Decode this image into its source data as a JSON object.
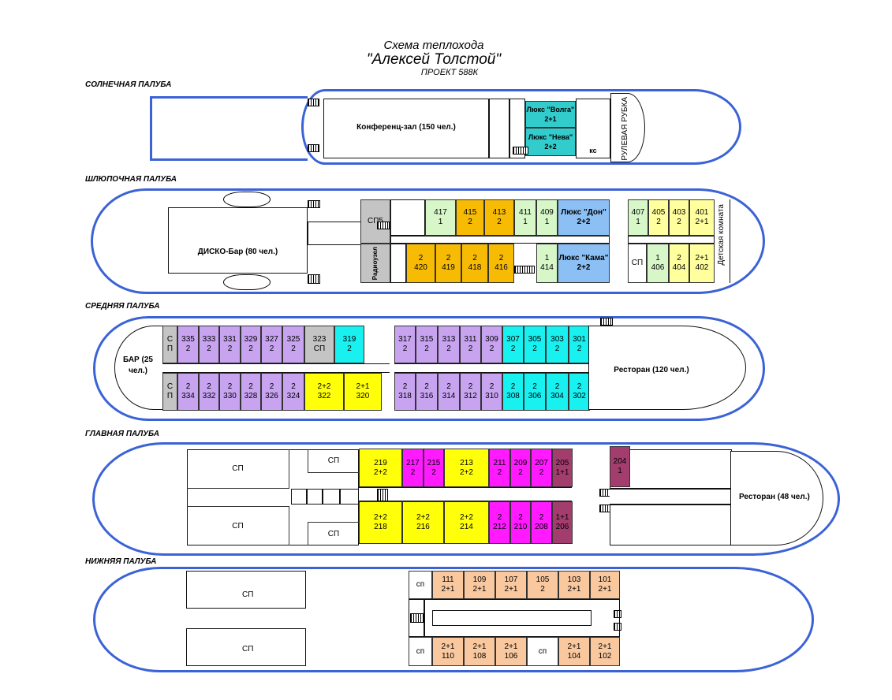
{
  "title": {
    "line1": "Схема теплохода",
    "line2": "\"Алексей Толстой\"",
    "line3": "ПРОЕКТ 588К"
  },
  "colors": {
    "hull": "#3b63d6",
    "purple": "#c7a3f0",
    "cyan": "#19f0f0",
    "yellow": "#ffff0a",
    "magenta": "#ff1aff",
    "maroon": "#a33d6e",
    "orange": "#f7bb04",
    "green": "#d7f7c9",
    "blue": "#8cc0f5",
    "teal": "#33cccc",
    "peach": "#f9c89f"
  },
  "sun": {
    "label": "СОЛНЕЧНАЯ ПАЛУБА",
    "conference": "Конференц-зал (150 чел.)",
    "volga": "Люкс \"Волга\"",
    "volga_cap": "2+1",
    "neva": "Люкс \"Нева\"",
    "neva_cap": "2+2",
    "ks": "кс",
    "wheelhouse": "РУЛЕВАЯ РУБКА"
  },
  "boat": {
    "label": "ШЛЮПОЧНАЯ ПАЛУБА",
    "disco": "ДИСКО-Бар (80 чел.)",
    "sp5": "СП5",
    "radio": "Радиоузел",
    "don": "Люкс \"Дон\"",
    "don_cap": "2+2",
    "kama": "Люкс \"Кама\"",
    "kama_cap": "2+2",
    "sp": "СП",
    "kids": "Детская комната",
    "top": [
      {
        "n": "417",
        "c": "1"
      },
      {
        "n": "415",
        "c": "2"
      },
      {
        "n": "413",
        "c": "2"
      },
      {
        "n": "411",
        "c": "1"
      },
      {
        "n": "409",
        "c": "1"
      },
      {
        "n": "407",
        "c": "1"
      },
      {
        "n": "405",
        "c": "2"
      },
      {
        "n": "403",
        "c": "2"
      },
      {
        "n": "401",
        "c": "2+1"
      }
    ],
    "bottom": [
      {
        "n": "420",
        "c": "2"
      },
      {
        "n": "419",
        "c": "2"
      },
      {
        "n": "418",
        "c": "2"
      },
      {
        "n": "416",
        "c": "2"
      },
      {
        "n": "414",
        "c": "1"
      },
      {
        "n": "406",
        "c": "1"
      },
      {
        "n": "404",
        "c": "2"
      },
      {
        "n": "402",
        "c": "2+1"
      }
    ]
  },
  "mid": {
    "label": "СРЕДНЯЯ ПАЛУБА",
    "bar": "БАР (25 чел.)",
    "restaurant": "Ресторан (120 чел.)",
    "sp_a": "С",
    "sp_b": "П",
    "top": [
      {
        "n": "335",
        "c": "2"
      },
      {
        "n": "333",
        "c": "2"
      },
      {
        "n": "331",
        "c": "2"
      },
      {
        "n": "329",
        "c": "2"
      },
      {
        "n": "327",
        "c": "2"
      },
      {
        "n": "325",
        "c": "2"
      },
      {
        "n": "323",
        "c": "СП"
      },
      {
        "n": "319",
        "c": "2"
      },
      {
        "n": "317",
        "c": "2"
      },
      {
        "n": "315",
        "c": "2"
      },
      {
        "n": "313",
        "c": "2"
      },
      {
        "n": "311",
        "c": "2"
      },
      {
        "n": "309",
        "c": "2"
      },
      {
        "n": "307",
        "c": "2"
      },
      {
        "n": "305",
        "c": "2"
      },
      {
        "n": "303",
        "c": "2"
      },
      {
        "n": "301",
        "c": "2"
      }
    ],
    "bottom": [
      {
        "n": "334",
        "c": "2"
      },
      {
        "n": "332",
        "c": "2"
      },
      {
        "n": "330",
        "c": "2"
      },
      {
        "n": "328",
        "c": "2"
      },
      {
        "n": "326",
        "c": "2"
      },
      {
        "n": "324",
        "c": "2"
      },
      {
        "n": "322",
        "c": "2+2"
      },
      {
        "n": "320",
        "c": "2+1"
      },
      {
        "n": "318",
        "c": "2"
      },
      {
        "n": "316",
        "c": "2"
      },
      {
        "n": "314",
        "c": "2"
      },
      {
        "n": "312",
        "c": "2"
      },
      {
        "n": "310",
        "c": "2"
      },
      {
        "n": "308",
        "c": "2"
      },
      {
        "n": "306",
        "c": "2"
      },
      {
        "n": "304",
        "c": "2"
      },
      {
        "n": "302",
        "c": "2"
      }
    ]
  },
  "main": {
    "label": "ГЛАВНАЯ ПАЛУБА",
    "restaurant": "Ресторан (48 чел.)",
    "sp": "СП",
    "top": [
      {
        "n": "219",
        "c": "2+2"
      },
      {
        "n": "217",
        "c": "2"
      },
      {
        "n": "215",
        "c": "2"
      },
      {
        "n": "213",
        "c": "2+2"
      },
      {
        "n": "211",
        "c": "2"
      },
      {
        "n": "209",
        "c": "2"
      },
      {
        "n": "207",
        "c": "2"
      },
      {
        "n": "205",
        "c": "1+1"
      },
      {
        "n": "204",
        "c": "1"
      }
    ],
    "bottom": [
      {
        "n": "218",
        "c": "2+2"
      },
      {
        "n": "216",
        "c": "2+2"
      },
      {
        "n": "214",
        "c": "2+2"
      },
      {
        "n": "212",
        "c": "2"
      },
      {
        "n": "210",
        "c": "2"
      },
      {
        "n": "208",
        "c": "2"
      },
      {
        "n": "206",
        "c": "1+1"
      }
    ]
  },
  "lower": {
    "label": "НИЖНЯЯ ПАЛУБА",
    "sp": "СП",
    "sp_small": "сп",
    "top": [
      {
        "n": "111",
        "c": "2+1"
      },
      {
        "n": "109",
        "c": "2+1"
      },
      {
        "n": "107",
        "c": "2+1"
      },
      {
        "n": "105",
        "c": "2"
      },
      {
        "n": "103",
        "c": "2+1"
      },
      {
        "n": "101",
        "c": "2+1"
      }
    ],
    "bottom": [
      {
        "n": "110",
        "c": "2+1"
      },
      {
        "n": "108",
        "c": "2+1"
      },
      {
        "n": "106",
        "c": "2+1"
      },
      {
        "n": "104",
        "c": "2+1"
      },
      {
        "n": "102",
        "c": "2+1"
      }
    ]
  }
}
